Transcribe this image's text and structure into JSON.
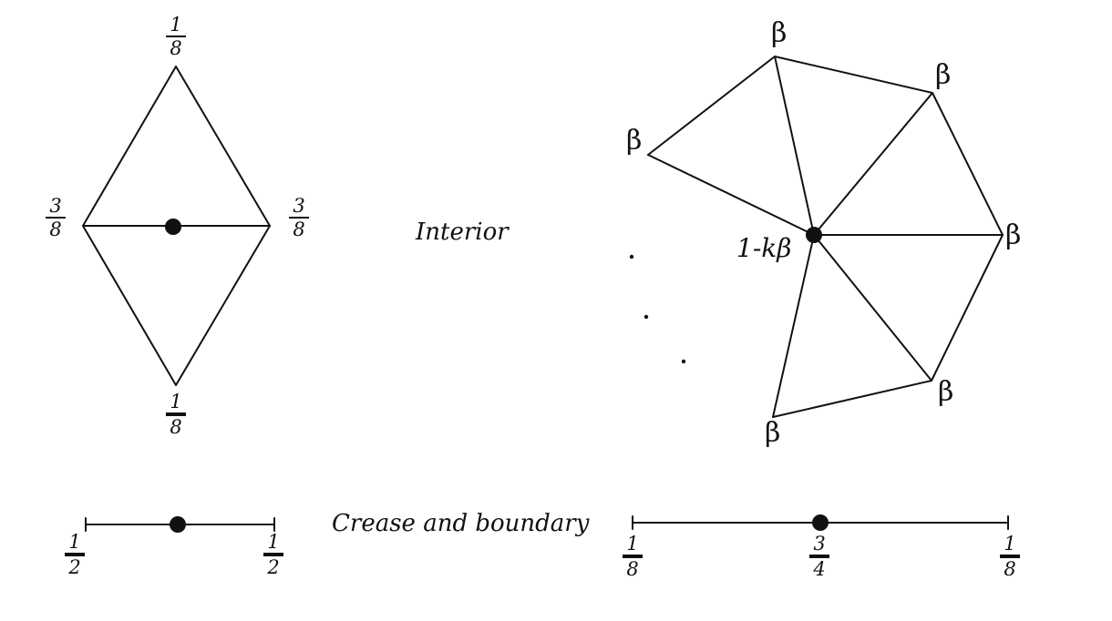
{
  "captions": {
    "interior": "Interior",
    "crease": "Crease and boundary"
  },
  "diamond": {
    "top": {
      "num": "1",
      "den": "8"
    },
    "left": {
      "num": "3",
      "den": "8"
    },
    "right": {
      "num": "3",
      "den": "8"
    },
    "bottom": {
      "num": "1",
      "den": "8"
    }
  },
  "fan": {
    "neighbor_symbol": "β",
    "center_label": "1-kβ"
  },
  "crease_left": {
    "left": {
      "num": "1",
      "den": "2"
    },
    "right": {
      "num": "1",
      "den": "2"
    }
  },
  "crease_right": {
    "left": {
      "num": "1",
      "den": "8"
    },
    "middle": {
      "num": "3",
      "den": "4"
    },
    "right": {
      "num": "1",
      "den": "8"
    }
  },
  "colors": {
    "ink": "#111111"
  }
}
